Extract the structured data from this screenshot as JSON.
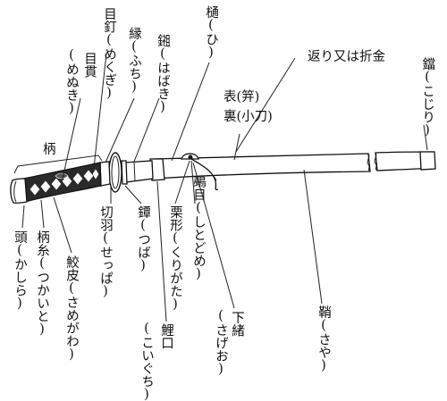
{
  "diagram": {
    "labels": {
      "tsuka": "柄",
      "kashira": "頭(かしら)",
      "tsukaito": "柄糸(つかいと)",
      "samegawa": "鮫皮(さめがわ)",
      "menuki": "目貫\n(めぬき)",
      "mekugi": "目釘(めくぎ)",
      "fuchi": "縁(ふち)",
      "seppa": "切羽(せっぱ)",
      "tsuba": "鐔(つば)",
      "habaki": "鎺(はばき)",
      "hi": "樋(ひ)",
      "omote_ura": "表(笄)\n裏(小刀)",
      "koiguchi": "鯉口\n(こいぐち)",
      "kurikata": "栗形(くりがた)",
      "shitodome": "鵐目(しとどめ)",
      "sageo": "下緒\n(さげお)",
      "kaerizuno": "返り又は折金",
      "saya": "鞘(さや)",
      "kojiri": "鐺(こじり)"
    }
  }
}
